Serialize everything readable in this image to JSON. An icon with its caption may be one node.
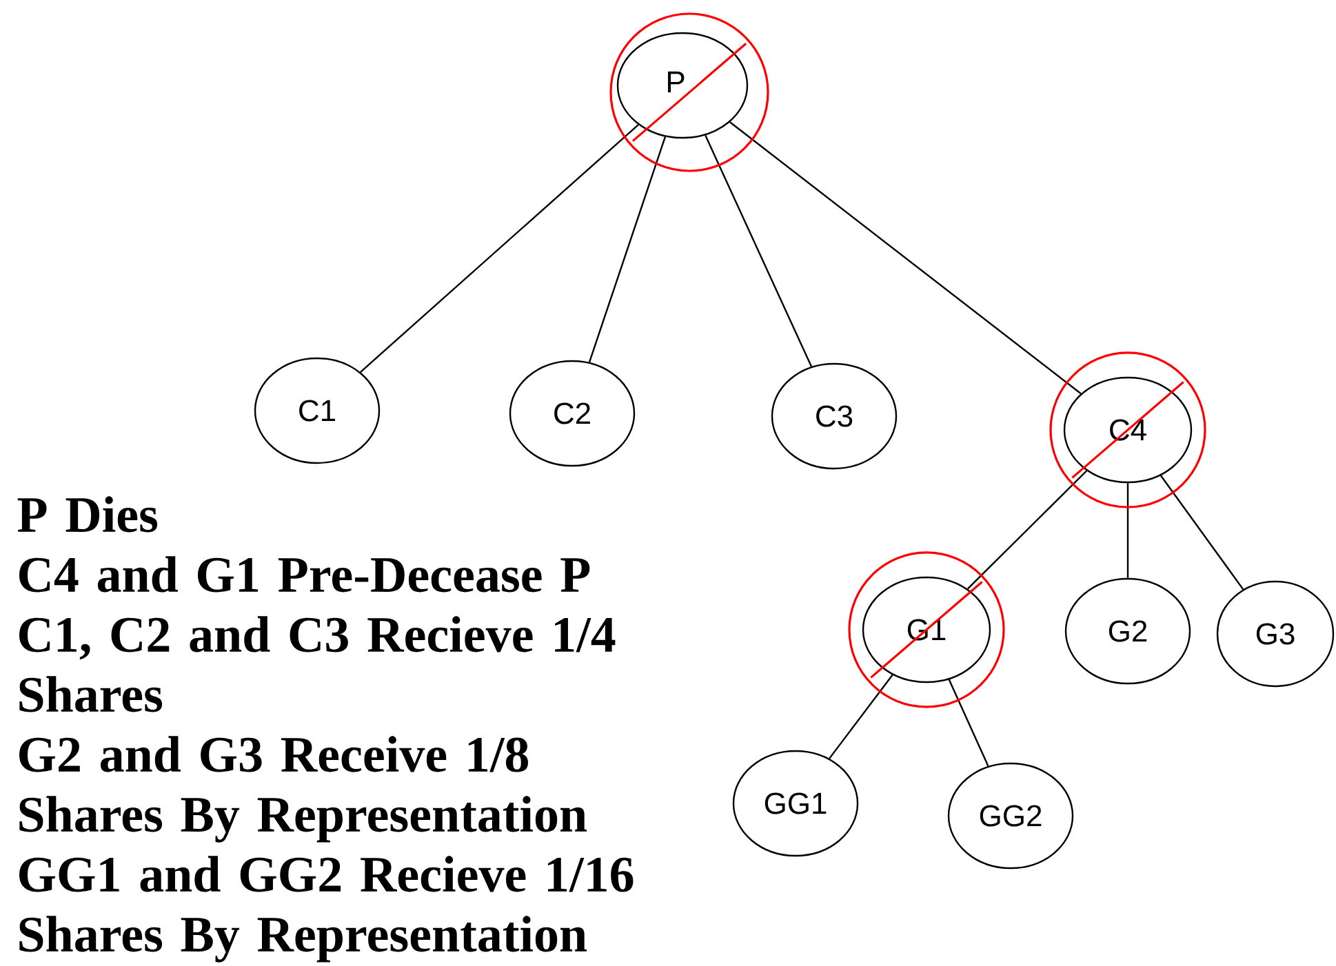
{
  "diagram": {
    "nodes": [
      {
        "text": [
          "P"
        ]
      },
      {
        "text": [
          "C1"
        ]
      },
      {
        "text": [
          "C2"
        ]
      },
      {
        "text": [
          "C3"
        ]
      },
      {
        "text": [
          "C4"
        ]
      },
      {
        "text": [
          "G1"
        ]
      },
      {
        "text": [
          "G2"
        ]
      },
      {
        "text": [
          "G3"
        ]
      },
      {
        "text": [
          "GG1"
        ]
      },
      {
        "text": [
          "GG2"
        ]
      }
    ],
    "edges": [
      {
        "from": 0,
        "to": 1,
        "arrow": "none"
      },
      {
        "from": 0,
        "to": 2,
        "arrow": "none"
      },
      {
        "from": 0,
        "to": 3,
        "arrow": "none"
      },
      {
        "from": 0,
        "to": 4,
        "arrow": "none"
      },
      {
        "from": 4,
        "to": 5,
        "arrow": "none"
      },
      {
        "from": 4,
        "to": 6,
        "arrow": "none"
      },
      {
        "from": 4,
        "to": 7,
        "arrow": "none"
      },
      {
        "from": 5,
        "to": 8,
        "arrow": "none"
      },
      {
        "from": 5,
        "to": 9,
        "arrow": "none"
      }
    ],
    "labels": [
      "P Dies",
      "C4 and G1 Pre-Decease P",
      "C1, C2 and C3 Recieve 1/4 Shares",
      "G2 and G3 Receive 1/8 Shares By Representation",
      "GG1 and GG2 Recieve 1/16 Shares By Representation"
    ]
  }
}
